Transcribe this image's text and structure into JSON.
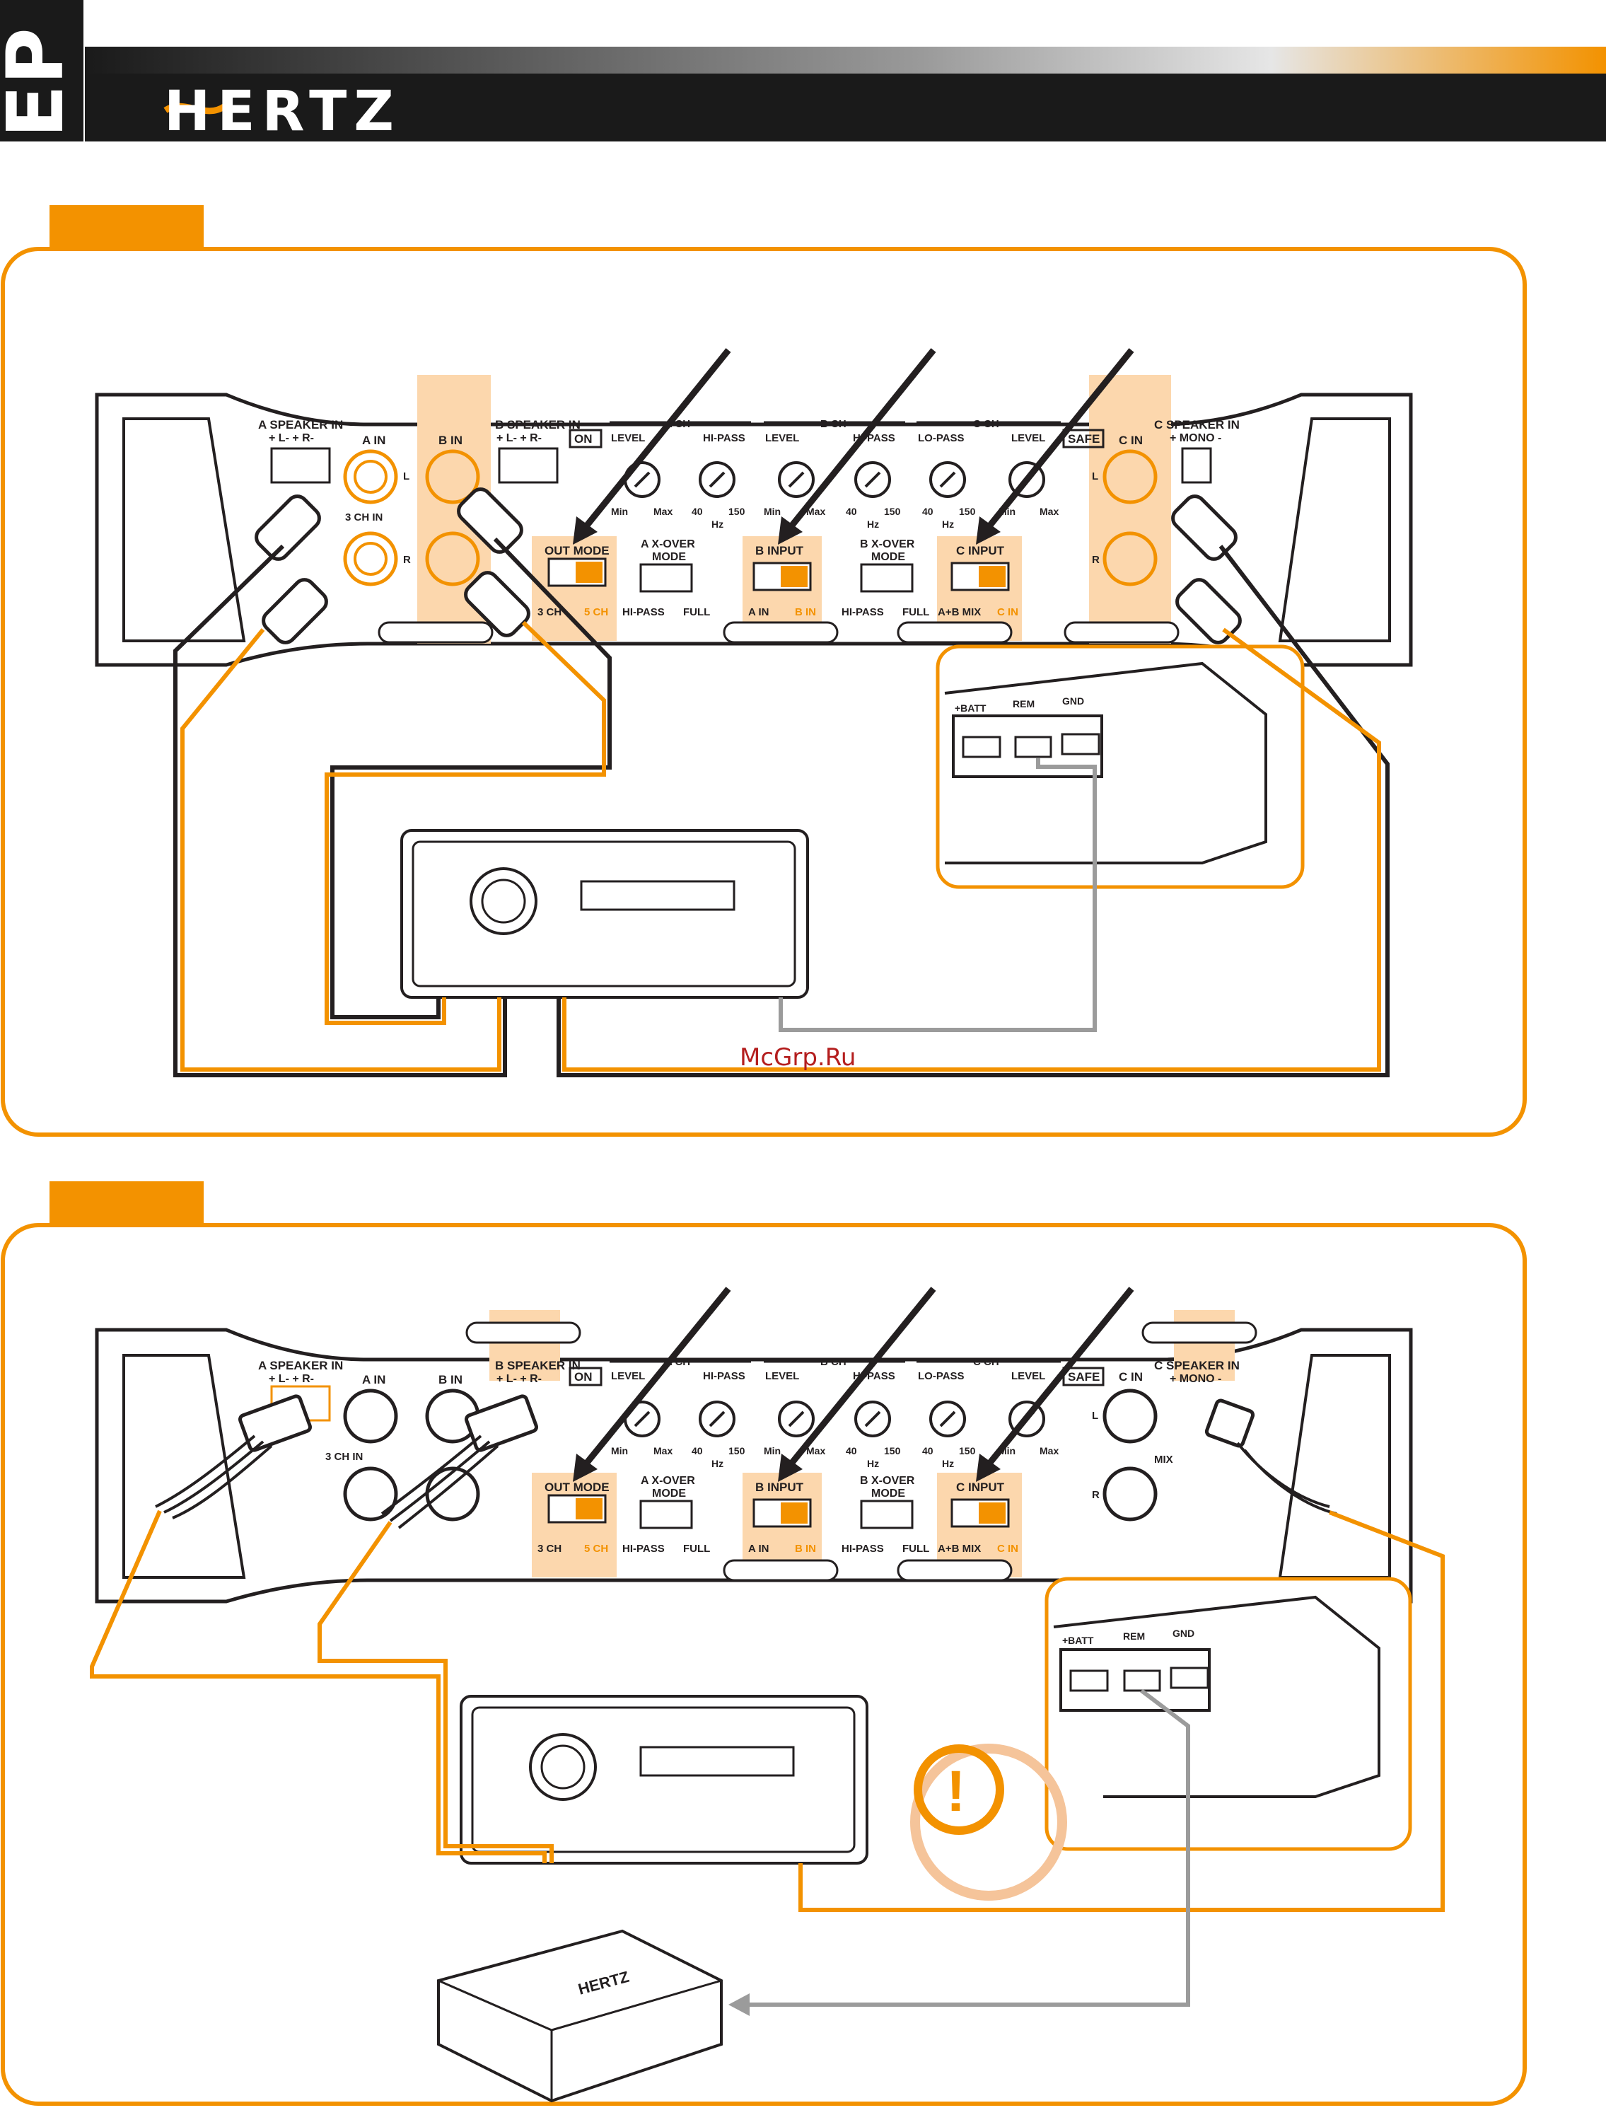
{
  "header": {
    "brand_logo_text": "HERTZ",
    "side_tab": "EP"
  },
  "watermark": "McGrp.Ru",
  "amp_panel": {
    "a_speaker_in": "A SPEAKER IN",
    "b_speaker_in": "B SPEAKER IN",
    "c_speaker_in": "C SPEAKER IN",
    "speaker_polarity_lr": "+ L-  + R-",
    "speaker_polarity_mono": "+ MONO -",
    "a_in": "A IN",
    "b_in": "B IN",
    "c_in": "C IN",
    "three_ch_in": "3 CH IN",
    "l": "L",
    "r": "R",
    "mix": "MIX",
    "on": "ON",
    "safe": "SAFE",
    "a_ch": "A CH",
    "b_ch": "B CH",
    "c_ch": "C CH",
    "level": "LEVEL",
    "hi_pass": "HI-PASS",
    "lo_pass": "LO-PASS",
    "min": "Min",
    "max": "Max",
    "hz_40": "40",
    "hz_150": "150",
    "hz": "Hz",
    "out_mode": "OUT MODE",
    "three_ch": "3 CH",
    "five_ch": "5 CH",
    "a_xover": "A X-OVER",
    "b_xover": "B X-OVER",
    "mode": "MODE",
    "full": "FULL",
    "b_input": "B INPUT",
    "c_input": "C INPUT",
    "a_in_sw": "A IN",
    "b_in_sw": "B IN",
    "ab_mix": "A+B MIX",
    "c_in_sw": "C IN"
  },
  "power_terminal": {
    "batt": "+BATT",
    "rem": "REM",
    "gnd": "GND"
  },
  "warning_icon": "!",
  "remote_amp_logo": "HERTZ",
  "colors": {
    "accent": "#f39200",
    "highlight": "#fcd7ad",
    "ink": "#231f20",
    "gray_wire": "#9b9b9b",
    "header_bar": "#1a1a1a",
    "warning_ring": "#f5c49a"
  }
}
